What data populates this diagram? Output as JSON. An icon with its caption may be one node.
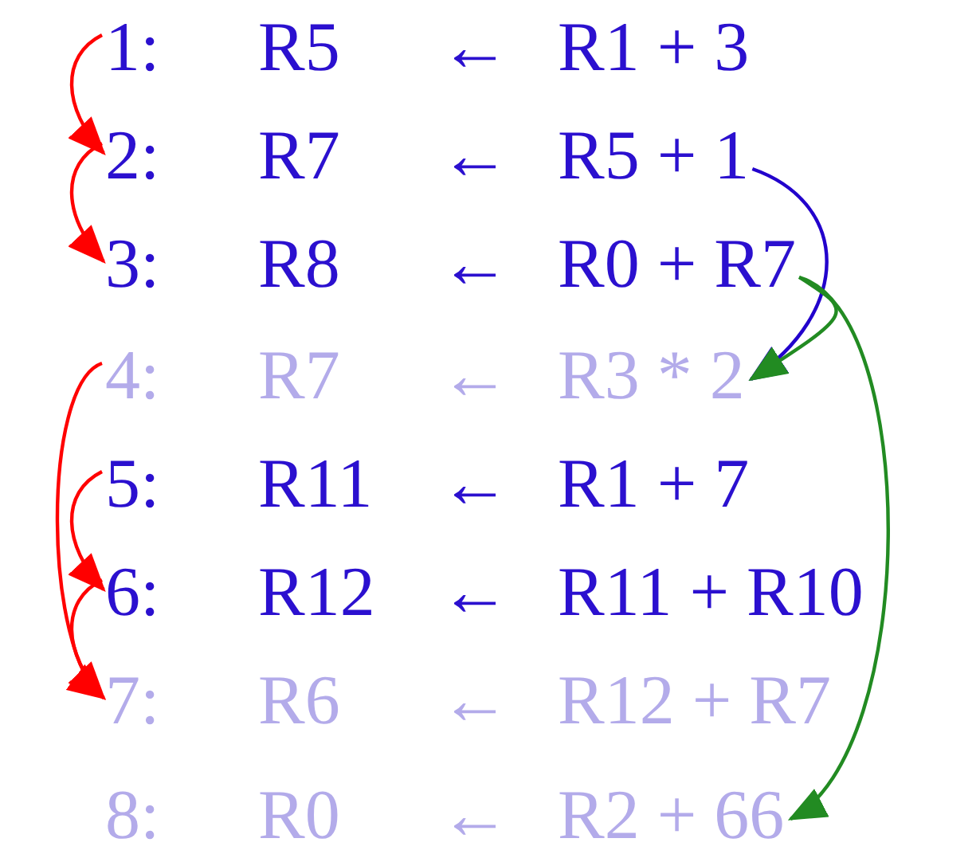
{
  "diagram": {
    "nodes": [
      {
        "text": [
          "1:",
          "R5",
          "←",
          "R1 + 3"
        ]
      },
      {
        "text": [
          "2:",
          "R7",
          "←",
          "R5 + 1"
        ]
      },
      {
        "text": [
          "3:",
          "R8",
          "←",
          "R0 + R7"
        ]
      },
      {
        "text": [
          "4:",
          "R7",
          "←",
          "R3 * 2"
        ]
      },
      {
        "text": [
          "5:",
          "R11",
          "←",
          "R1 + 7"
        ]
      },
      {
        "text": [
          "6:",
          "R12",
          "←",
          "R11 + R10"
        ]
      },
      {
        "text": [
          "7:",
          "R6",
          "←",
          "R12 + R7"
        ]
      },
      {
        "text": [
          "8:",
          "R0",
          "←",
          "R2 + 66"
        ]
      }
    ],
    "edges": [
      {
        "from": 0,
        "to": 1,
        "arrow": "to"
      },
      {
        "from": 1,
        "to": 2,
        "arrow": "to"
      },
      {
        "from": 1,
        "to": 3,
        "arrow": "to",
        "color": "#2200cc"
      },
      {
        "from": 2,
        "to": 3,
        "arrow": "to",
        "color": "#228b22"
      },
      {
        "from": 2,
        "to": 7,
        "arrow": "to",
        "color": "#228b22"
      },
      {
        "from": 3,
        "to": 6,
        "arrow": "to"
      },
      {
        "from": 4,
        "to": 5,
        "arrow": "to"
      },
      {
        "from": 5,
        "to": 6,
        "arrow": "to"
      }
    ]
  }
}
